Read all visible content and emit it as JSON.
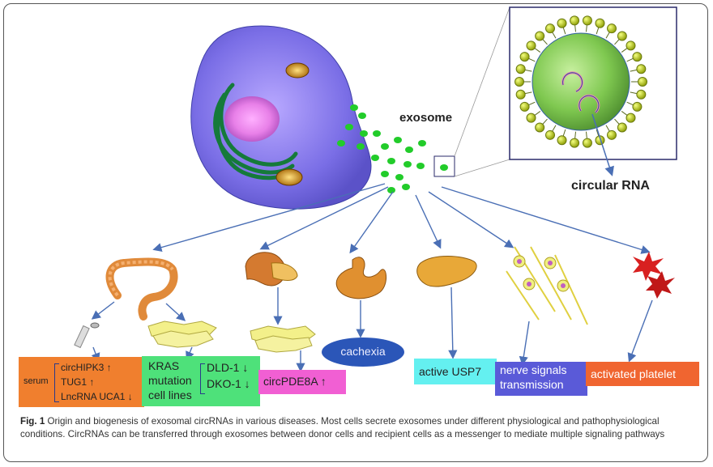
{
  "labels": {
    "exosome": "exosome",
    "circular_rna": "circular RNA"
  },
  "boxes": {
    "serum_label": "serum",
    "serum_items": [
      "circHIPK3 ↑",
      "TUG1 ↑",
      "LncRNA UCA1 ↓"
    ],
    "kras_lines": [
      "KRAS",
      "mutation",
      "cell lines"
    ],
    "kras_items": [
      "DLD-1 ↓",
      "DKO-1 ↓"
    ],
    "circpde8a": "circPDE8A ↑",
    "cachexia": "cachexia",
    "usp7": "active USP7",
    "nerve_lines": [
      "nerve signals",
      "transmission"
    ],
    "platelet": "activated platelet"
  },
  "caption": {
    "label": "Fig. 1",
    "text": " Origin and biogenesis of exosomal circRNAs in various diseases. Most cells secrete exosomes under different physiological and pathophysiological conditions. CircRNAs can be transferred through exosomes between donor cells and recipient cells as a messenger to mediate multiple signaling pathways"
  },
  "colors": {
    "orange_box": "#f07f2e",
    "green_box": "#4ee17a",
    "pink_box": "#f15fd3",
    "blue_oval": "#2b56b8",
    "cyan_box": "#64f0f0",
    "purple_box": "#5a5ad8",
    "red_box": "#f06530",
    "arrow": "#4a6fb5"
  }
}
